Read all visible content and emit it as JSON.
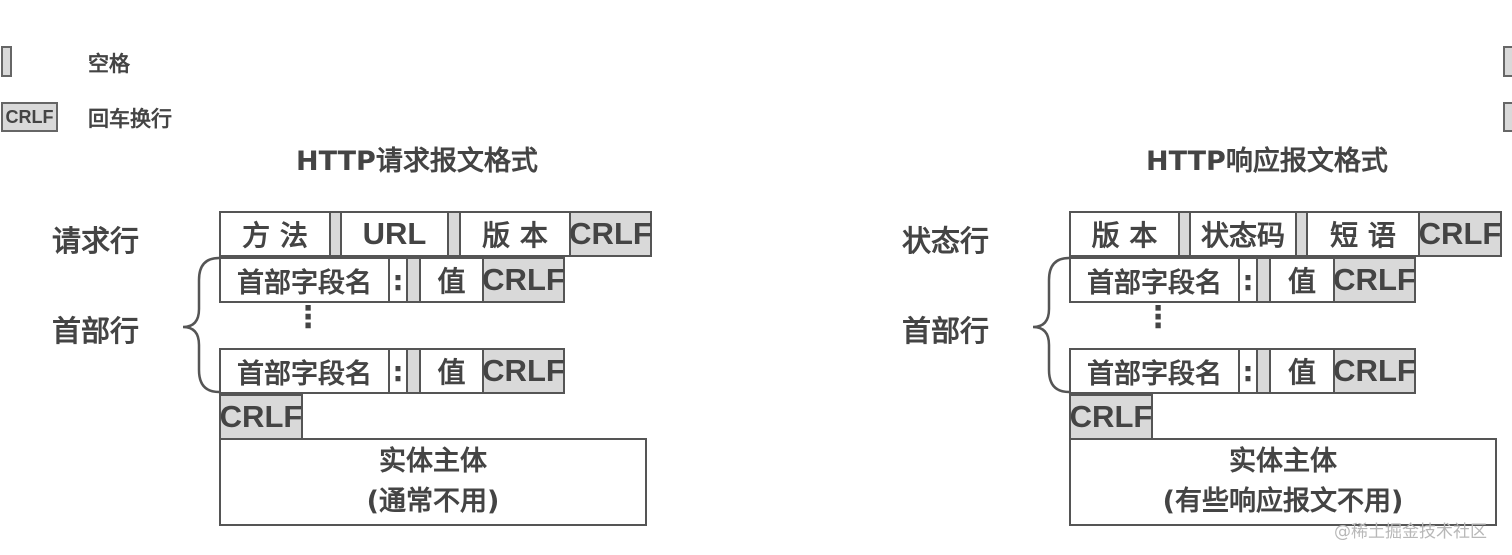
{
  "legend": {
    "space_label": "空格",
    "crlf_box": "CRLF",
    "crlf_label": "回车换行"
  },
  "request": {
    "title": "HTTP请求报文格式",
    "request_line_label": "请求行",
    "header_line_label": "首部行",
    "request_line": {
      "method": "方 法",
      "url": "URL",
      "version": "版 本",
      "crlf": "CRLF"
    },
    "header_rows": [
      {
        "name": "首部字段名",
        "colon": ":",
        "value": "值",
        "crlf": "CRLF"
      },
      {
        "name": "首部字段名",
        "colon": ":",
        "value": "值",
        "crlf": "CRLF"
      }
    ],
    "ellipsis": "⋮",
    "blank_line_crlf": "CRLF",
    "entity_title": "实体主体",
    "entity_note": "(通常不用)"
  },
  "response": {
    "title": "HTTP响应报文格式",
    "status_line_label": "状态行",
    "header_line_label": "首部行",
    "status_line": {
      "version": "版 本",
      "status_code": "状态码",
      "phrase": "短 语",
      "crlf": "CRLF"
    },
    "header_rows": [
      {
        "name": "首部字段名",
        "colon": ":",
        "value": "值",
        "crlf": "CRLF"
      },
      {
        "name": "首部字段名",
        "colon": ":",
        "value": "值",
        "crlf": "CRLF"
      }
    ],
    "ellipsis": "⋮",
    "blank_line_crlf": "CRLF",
    "entity_title": "实体主体",
    "entity_note": "(有些响应报文不用)"
  },
  "watermark": "@稀土掘金技术社区"
}
